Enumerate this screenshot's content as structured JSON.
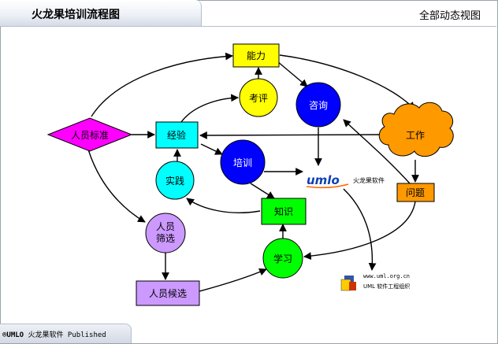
{
  "header": {
    "title": "火龙果培训流程图",
    "right_label": "全部动态视图"
  },
  "nodes": {
    "ability": "能力",
    "assess": "考评",
    "consult": "咨询",
    "work": "工作",
    "standard": "人员标准",
    "experience": "经验",
    "training": "培训",
    "practice": "实践",
    "question": "问题",
    "knowledge": "知识",
    "screening_line1": "人员",
    "screening_line2": "筛选",
    "study": "学习",
    "candidates": "人员候选"
  },
  "logo": {
    "brand": "umlo",
    "caption": "火龙果软件"
  },
  "site": {
    "url": "www.uml.org.cn",
    "name": "UML 软件工程组织"
  },
  "footer": {
    "mark": "®UMLO",
    "text": "火龙果软件 Published"
  },
  "colors": {
    "yellow": "#ffff00",
    "blue": "#0000ff",
    "orange": "#ff8c00",
    "magenta": "#ff00ff",
    "cyan": "#00ffff",
    "green": "#00ff00",
    "lavender": "#cc99ff"
  }
}
